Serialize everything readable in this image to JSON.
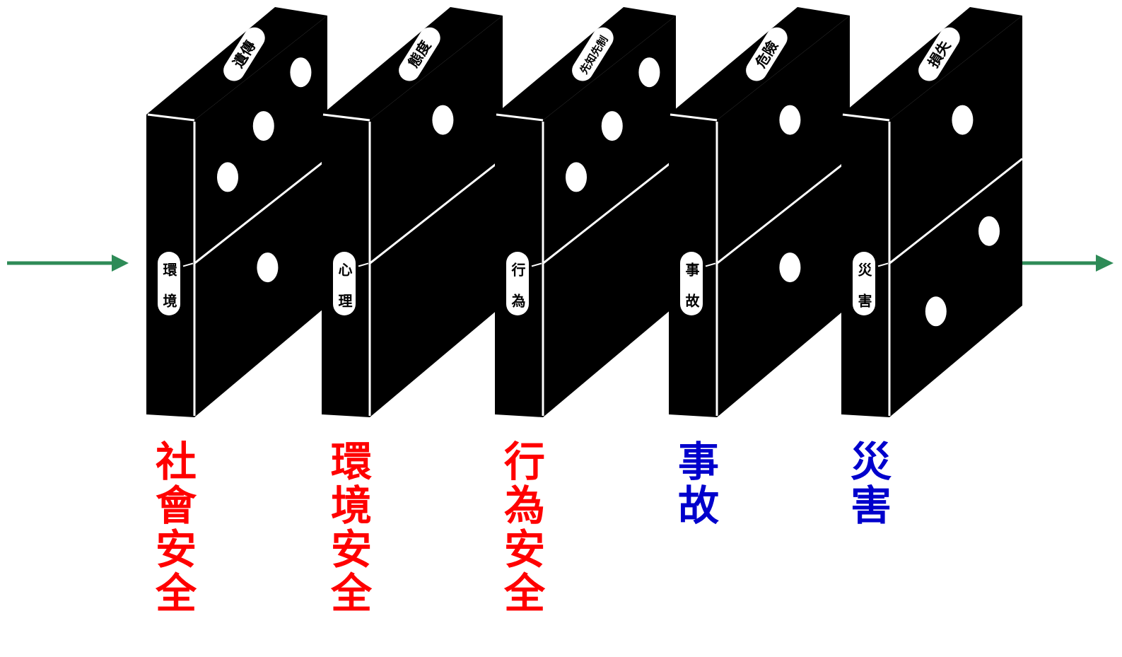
{
  "arrows": {
    "color": "#2e8b57"
  },
  "dominoes": [
    {
      "bottom_text": "環境",
      "top_text": "遺傳",
      "top_pips": 3,
      "bottom_pips": 1,
      "label": "社會安全",
      "label_color": "#ff0000"
    },
    {
      "bottom_text": "心理",
      "top_text": "態度",
      "top_pips": 1,
      "bottom_pips": 0,
      "label": "環境安全",
      "label_color": "#ff0000"
    },
    {
      "bottom_text": "行為",
      "top_text": "先知先制",
      "top_pips": 3,
      "bottom_pips": 0,
      "label": "行為安全",
      "label_color": "#ff0000"
    },
    {
      "bottom_text": "事故",
      "top_text": "危險",
      "top_pips": 1,
      "bottom_pips": 1,
      "label": "事故",
      "label_color": "#0000cc"
    },
    {
      "bottom_text": "災害",
      "top_text": "損失",
      "top_pips": 1,
      "bottom_pips": 2,
      "label": "災害",
      "label_color": "#0000cc"
    }
  ]
}
